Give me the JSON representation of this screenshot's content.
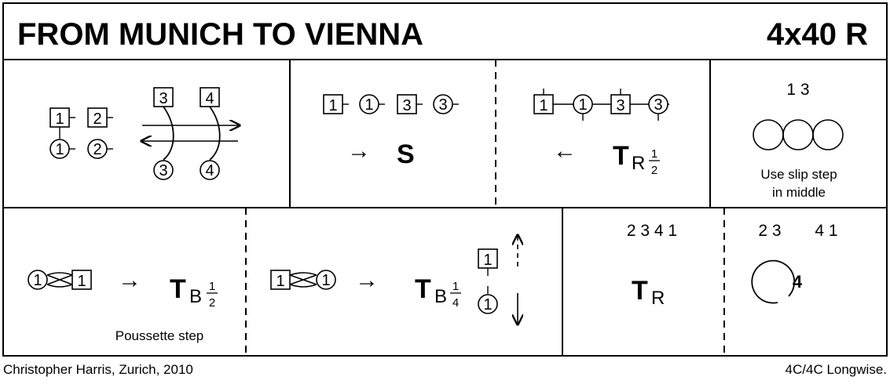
{
  "title": "FROM MUNICH TO VIENNA",
  "formation": "4x40 R",
  "bar1": {
    "men_top": [
      "1",
      "2"
    ],
    "women_bottom": [
      "1",
      "2"
    ],
    "men_cross": [
      "3",
      "4"
    ],
    "women_cross": [
      "3",
      "4"
    ]
  },
  "bar2": {
    "dancers": [
      "1",
      "1",
      "3",
      "3"
    ],
    "arrow": "→",
    "figure": "S"
  },
  "bar3": {
    "dancers": [
      "1",
      "1",
      "3",
      "3"
    ],
    "arrow": "←",
    "figure": "T",
    "sub": "R",
    "frac_num": "1",
    "frac_den": "2"
  },
  "bar4": {
    "numbers": "1 3",
    "note_line1": "Use slip step",
    "note_line2": "in middle"
  },
  "bar5": {
    "woman": "1",
    "man": "1",
    "arrow": "→",
    "figure": "T",
    "sub": "B",
    "frac_num": "1",
    "frac_den": "2",
    "note": "Poussette step"
  },
  "bar6": {
    "man": "1",
    "woman": "1",
    "arrow": "→",
    "figure": "T",
    "sub": "B",
    "frac_num": "1",
    "frac_den": "4",
    "man_right": "1",
    "woman_right": "1"
  },
  "bar7": {
    "numbers": "2 3 4 1",
    "figure": "T",
    "sub": "R"
  },
  "bar8": {
    "numbers_left": "2 3",
    "numbers_right": "4 1",
    "circle": "4"
  },
  "footer": {
    "left": "Christopher Harris, Zurich, 2010",
    "right": "4C/4C Longwise."
  }
}
